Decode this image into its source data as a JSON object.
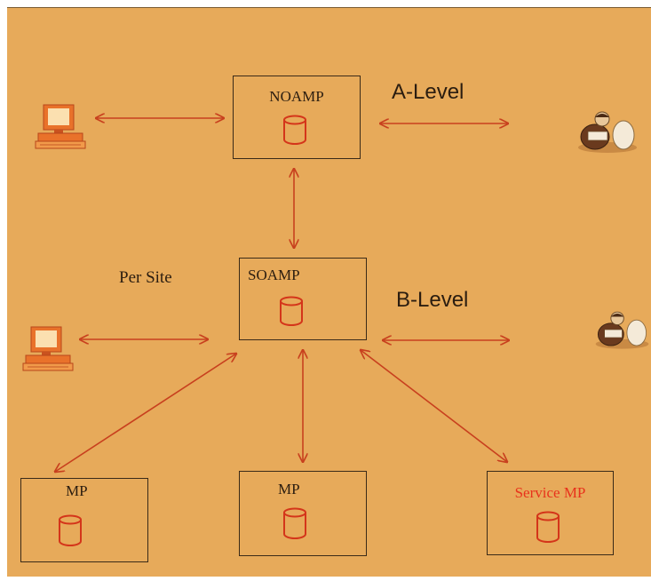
{
  "colors": {
    "background": "#e7aa5a",
    "arrow": "#c8401e",
    "db_icon": "#d4351a",
    "service_label": "#e8321c",
    "border": "#3a2a18"
  },
  "nodes": {
    "noamp": {
      "label": "NOAMP",
      "icon": "database-icon"
    },
    "soamp": {
      "label": "SOAMP",
      "icon": "database-icon"
    },
    "mp_left": {
      "label": "MP",
      "icon": "database-icon"
    },
    "mp_center": {
      "label": "MP",
      "icon": "database-icon"
    },
    "service_mp": {
      "label": "Service MP",
      "icon": "database-icon"
    }
  },
  "labels": {
    "a_level": "A-Level",
    "b_level": "B-Level",
    "per_site": "Per Site"
  },
  "icons": {
    "computer": "computer-icon",
    "user": "user-icon"
  }
}
